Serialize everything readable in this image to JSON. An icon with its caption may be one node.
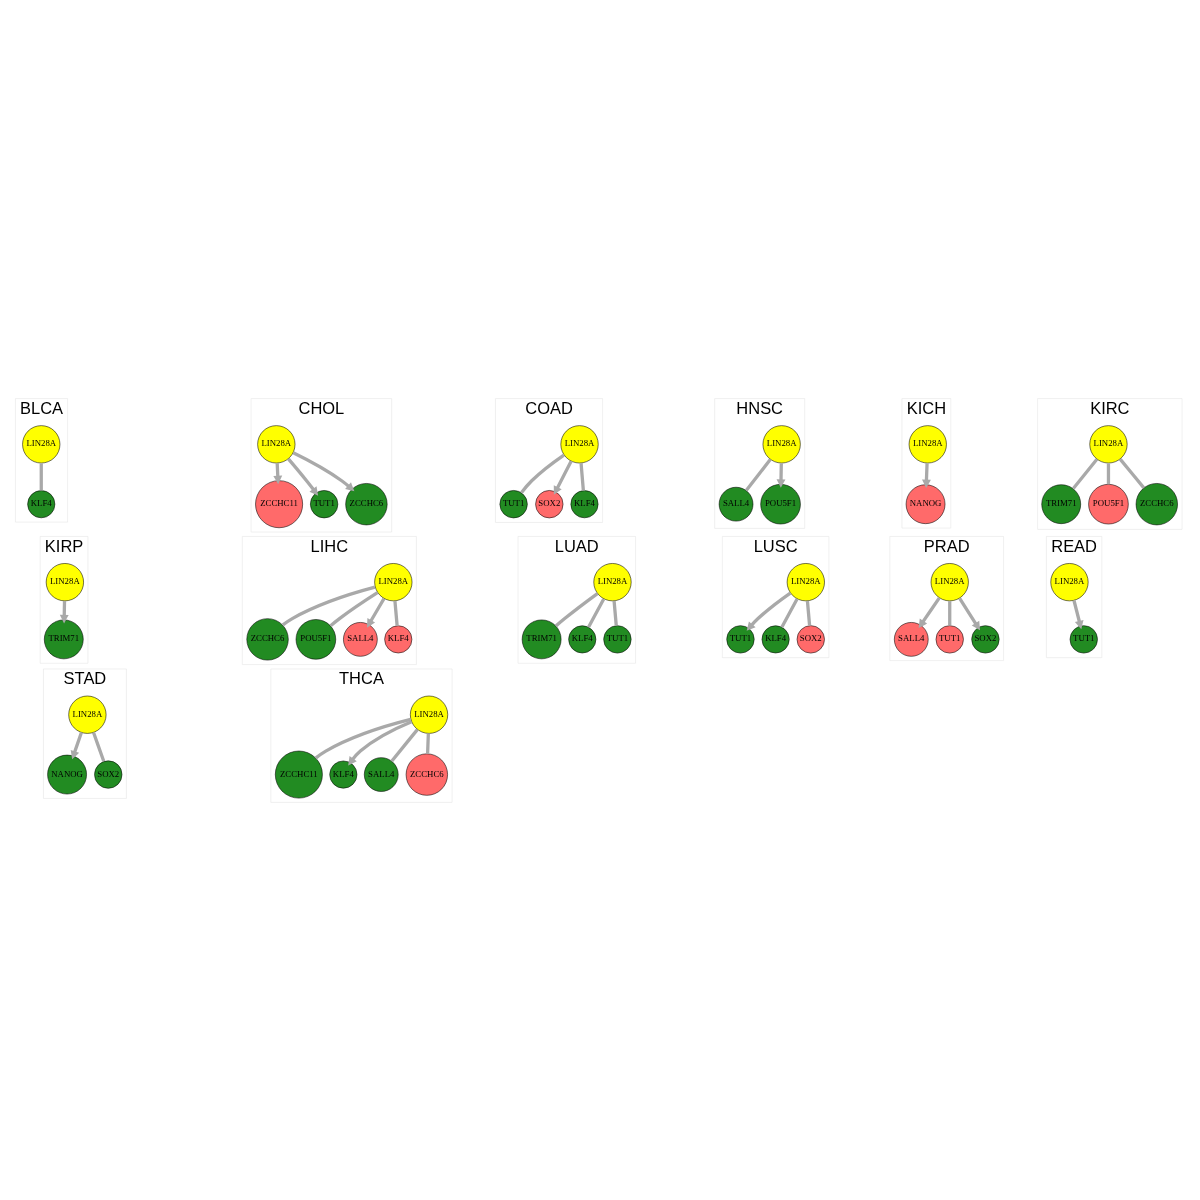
{
  "diagram": {
    "nodes": [
      {
        "text": [
          "BLCA"
        ]
      },
      {
        "text": [
          "LIN28A"
        ],
        "in": 0
      },
      {
        "text": [
          "KLF4"
        ],
        "in": 0
      },
      {
        "text": [
          "CHOL"
        ]
      },
      {
        "text": [
          "ZCCHC11"
        ],
        "in": 3
      },
      {
        "text": [
          "LIN28A"
        ],
        "in": 3
      },
      {
        "text": [
          "TUT1"
        ],
        "in": 3
      },
      {
        "text": [
          "ZCCHC6"
        ],
        "in": 3
      },
      {
        "text": [
          "COAD"
        ]
      },
      {
        "text": [
          "KLF4"
        ],
        "in": 8
      },
      {
        "text": [
          "LIN28A"
        ],
        "in": 8
      },
      {
        "text": [
          "TUT1"
        ],
        "in": 8
      },
      {
        "text": [
          "SOX2"
        ],
        "in": 8
      },
      {
        "text": [
          "HNSC"
        ]
      },
      {
        "text": [
          "SALL4"
        ],
        "in": 13
      },
      {
        "text": [
          "LIN28A"
        ],
        "in": 13
      },
      {
        "text": [
          "POU5F1"
        ],
        "in": 13
      },
      {
        "text": [
          "KICH"
        ]
      },
      {
        "text": [
          "LIN28A"
        ],
        "in": 17
      },
      {
        "text": [
          "NANOG"
        ],
        "in": 17
      },
      {
        "text": [
          "KIRC"
        ]
      },
      {
        "text": [
          "POU5F1"
        ],
        "in": 20
      },
      {
        "text": [
          "ZCCHC6"
        ],
        "in": 20
      },
      {
        "text": [
          "LIN28A"
        ],
        "in": 20
      },
      {
        "text": [
          "TRIM71"
        ],
        "in": 20
      },
      {
        "text": [
          "KIRP"
        ]
      },
      {
        "text": [
          "LIN28A"
        ],
        "in": 25
      },
      {
        "text": [
          "TRIM71"
        ],
        "in": 25
      },
      {
        "text": [
          "LIHC"
        ]
      },
      {
        "text": [
          "POU5F1"
        ],
        "in": 28
      },
      {
        "text": [
          "ZCCHC6"
        ],
        "in": 28
      },
      {
        "text": [
          "LIN28A"
        ],
        "in": 28
      },
      {
        "text": [
          "SALL4"
        ],
        "in": 28
      },
      {
        "text": [
          "KLF4"
        ],
        "in": 28
      },
      {
        "text": [
          "LUAD"
        ]
      },
      {
        "text": [
          "KLF4"
        ],
        "in": 34
      },
      {
        "text": [
          "LIN28A"
        ],
        "in": 34
      },
      {
        "text": [
          "TUT1"
        ],
        "in": 34
      },
      {
        "text": [
          "TRIM71"
        ],
        "in": 34
      },
      {
        "text": [
          "LUSC"
        ]
      },
      {
        "text": [
          "TUT1"
        ],
        "in": 39
      },
      {
        "text": [
          "SOX2"
        ],
        "in": 39
      },
      {
        "text": [
          "LIN28A"
        ],
        "in": 39
      },
      {
        "text": [
          "KLF4"
        ],
        "in": 39
      },
      {
        "text": [
          "PRAD"
        ]
      },
      {
        "text": [
          "SOX2"
        ],
        "in": 44
      },
      {
        "text": [
          "SALL4"
        ],
        "in": 44
      },
      {
        "text": [
          "LIN28A"
        ],
        "in": 44
      },
      {
        "text": [
          "TUT1"
        ],
        "in": 44
      },
      {
        "text": [
          "READ"
        ]
      },
      {
        "text": [
          "LIN28A"
        ],
        "in": 49
      },
      {
        "text": [
          "TUT1"
        ],
        "in": 49
      },
      {
        "text": [
          "STAD"
        ]
      },
      {
        "text": [
          "NANOG"
        ],
        "in": 52
      },
      {
        "text": [
          "LIN28A"
        ],
        "in": 52
      },
      {
        "text": [
          "SOX2"
        ],
        "in": 52
      },
      {
        "text": [
          "THCA"
        ]
      },
      {
        "text": [
          "KLF4"
        ],
        "in": 56
      },
      {
        "text": [
          "ZCCHC11"
        ],
        "in": 56
      },
      {
        "text": [
          "LIN28A"
        ],
        "in": 56
      },
      {
        "text": [
          "SALL4"
        ],
        "in": 56
      },
      {
        "text": [
          "ZCCHC6"
        ],
        "in": 56
      }
    ],
    "edges": [
      {
        "from": 1,
        "to": 2,
        "arrow": "none"
      },
      {
        "from": 5,
        "to": 4,
        "arrow": "to"
      },
      {
        "from": 5,
        "to": 6,
        "arrow": "to"
      },
      {
        "from": 5,
        "to": 7,
        "arrow": "to"
      },
      {
        "from": 10,
        "to": 9,
        "arrow": "none"
      },
      {
        "from": 10,
        "to": 11,
        "arrow": "none"
      },
      {
        "from": 10,
        "to": 12,
        "arrow": "to"
      },
      {
        "from": 15,
        "to": 14,
        "arrow": "none"
      },
      {
        "from": 15,
        "to": 16,
        "arrow": "to"
      },
      {
        "from": 18,
        "to": 19,
        "arrow": "to"
      },
      {
        "from": 23,
        "to": 21,
        "arrow": "none"
      },
      {
        "from": 23,
        "to": 22,
        "arrow": "none"
      },
      {
        "from": 23,
        "to": 24,
        "arrow": "none"
      },
      {
        "from": 26,
        "to": 27,
        "arrow": "to"
      },
      {
        "from": 31,
        "to": 29,
        "arrow": "none"
      },
      {
        "from": 31,
        "to": 30,
        "arrow": "none"
      },
      {
        "from": 31,
        "to": 32,
        "arrow": "to"
      },
      {
        "from": 31,
        "to": 33,
        "arrow": "none"
      },
      {
        "from": 36,
        "to": 35,
        "arrow": "none"
      },
      {
        "from": 36,
        "to": 37,
        "arrow": "none"
      },
      {
        "from": 36,
        "to": 38,
        "arrow": "none"
      },
      {
        "from": 42,
        "to": 40,
        "arrow": "to"
      },
      {
        "from": 42,
        "to": 41,
        "arrow": "none"
      },
      {
        "from": 42,
        "to": 43,
        "arrow": "none"
      },
      {
        "from": 47,
        "to": 45,
        "arrow": "to"
      },
      {
        "from": 47,
        "to": 46,
        "arrow": "to"
      },
      {
        "from": 47,
        "to": 48,
        "arrow": "none"
      },
      {
        "from": 50,
        "to": 51,
        "arrow": "to"
      },
      {
        "from": 54,
        "to": 53,
        "arrow": "to"
      },
      {
        "from": 54,
        "to": 55,
        "arrow": "none"
      },
      {
        "from": 59,
        "to": 57,
        "arrow": "to"
      },
      {
        "from": 59,
        "to": 58,
        "arrow": "none"
      },
      {
        "from": 59,
        "to": 60,
        "arrow": "none"
      },
      {
        "from": 59,
        "to": 61,
        "arrow": "none"
      }
    ]
  }
}
